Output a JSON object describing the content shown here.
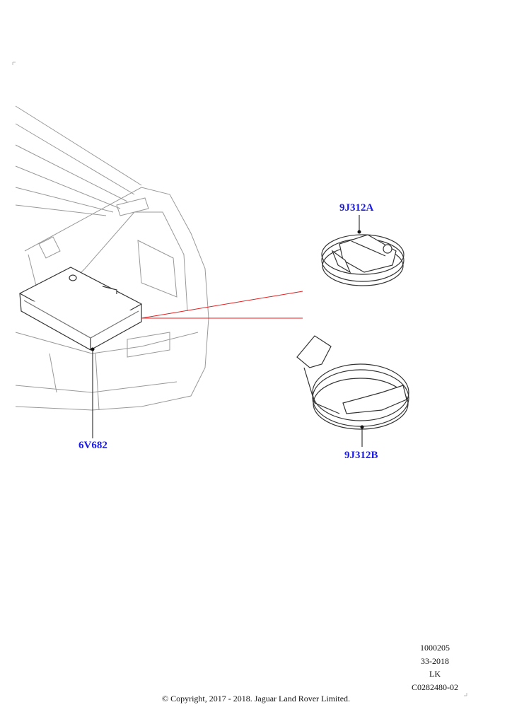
{
  "callouts": {
    "part_a": "9J312A",
    "part_b": "9J312B",
    "part_c": "6V682"
  },
  "meta": {
    "line1": "1000205",
    "line2": "33-2018",
    "line3": "LK",
    "line4": "C0282480-02"
  },
  "copyright": "© Copyright, 2017 - 2018. Jaguar Land Rover Limited.",
  "colors": {
    "callout": "#1a1aee",
    "leader_red": "#e02020",
    "line": "#555555"
  }
}
